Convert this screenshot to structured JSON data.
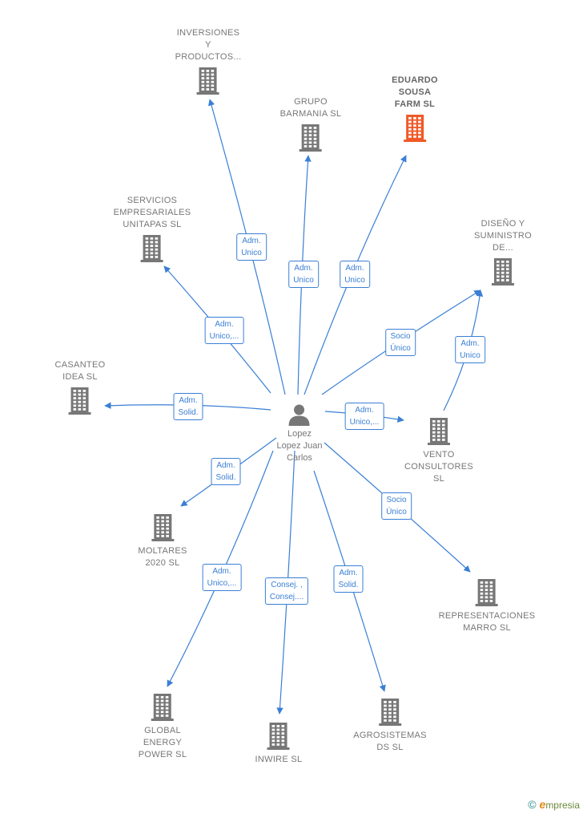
{
  "center": {
    "name": "Lopez\nLopez Juan\nCarlos",
    "icon": "person-icon"
  },
  "colors": {
    "edge": "#3a7fd5",
    "building": "#777777",
    "building_highlight": "#f05a28"
  },
  "nodes": [
    {
      "id": "inversiones",
      "label": "INVERSIONES\nY\nPRODUCTOS...",
      "icon": "building-icon",
      "highlight": false
    },
    {
      "id": "grupo-barmania",
      "label": "GRUPO\nBARMANIA SL",
      "icon": "building-icon",
      "highlight": false
    },
    {
      "id": "eduardo-sousa",
      "label": "EDUARDO\nSOUSA\nFARM  SL",
      "icon": "building-icon",
      "highlight": true
    },
    {
      "id": "servicios",
      "label": "SERVICIOS\nEMPRESARIALES\nUNITAPAS SL",
      "icon": "building-icon",
      "highlight": false
    },
    {
      "id": "diseno",
      "label": "DISEÑO Y\nSUMINISTRO\nDE...",
      "icon": "building-icon",
      "highlight": false
    },
    {
      "id": "casanteo",
      "label": "CASANTEO\nIDEA SL",
      "icon": "building-icon",
      "highlight": false
    },
    {
      "id": "vento",
      "label": "VENTO\nCONSULTORES\nSL",
      "icon": "building-icon",
      "highlight": false
    },
    {
      "id": "moltares",
      "label": "MOLTARES\n2020  SL",
      "icon": "building-icon",
      "highlight": false
    },
    {
      "id": "representaciones",
      "label": "REPRESENTACIONES\nMARRO SL",
      "icon": "building-icon",
      "highlight": false
    },
    {
      "id": "global-energy",
      "label": "GLOBAL\nENERGY\nPOWER  SL",
      "icon": "building-icon",
      "highlight": false
    },
    {
      "id": "inwire",
      "label": "INWIRE  SL",
      "icon": "building-icon",
      "highlight": false
    },
    {
      "id": "agrosistemas",
      "label": "AGROSISTEMAS\nDS  SL",
      "icon": "building-icon",
      "highlight": false
    }
  ],
  "edges": [
    {
      "to": "inversiones",
      "label": "Adm.\nUnico"
    },
    {
      "to": "grupo-barmania",
      "label": "Adm.\nUnico"
    },
    {
      "to": "eduardo-sousa",
      "label": "Adm.\nUnico"
    },
    {
      "to": "servicios",
      "label": "Adm.\nUnico,..."
    },
    {
      "to": "diseno",
      "label": "Socio\nÚnico"
    },
    {
      "to": "casanteo",
      "label": "Adm.\nSolid."
    },
    {
      "to": "vento",
      "label": "Adm.\nUnico,..."
    },
    {
      "from": "vento",
      "to": "diseno",
      "label": "Adm.\nUnico"
    },
    {
      "to": "moltares",
      "label": "Adm.\nSolid."
    },
    {
      "to": "representaciones",
      "label": "Socio\nÚnico"
    },
    {
      "to": "global-energy",
      "label": "Adm.\nUnico,..."
    },
    {
      "to": "inwire",
      "label": "Consej. ,\nConsej...."
    },
    {
      "to": "agrosistemas",
      "label": "Adm.\nSolid."
    }
  ],
  "footer": {
    "copyright": "©",
    "brand_initial": "e",
    "brand_rest": "mpresia"
  }
}
